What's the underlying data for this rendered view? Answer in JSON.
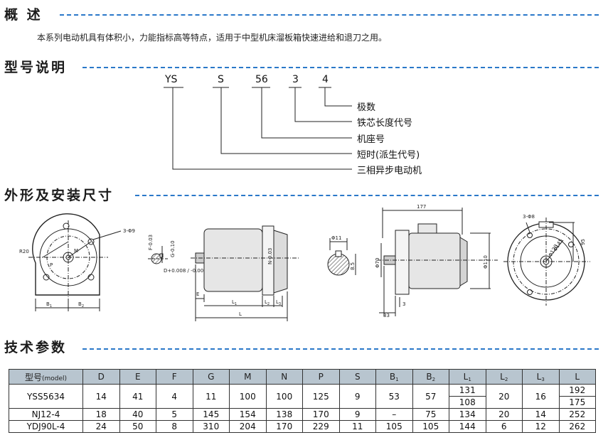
{
  "sections": {
    "overview": "概 述",
    "model_explanation": "型号说明",
    "dimensions": "外形及安装尺寸",
    "technical_params": "技术参数"
  },
  "overview_text": "本系列电动机具有体积小，力能指标高等特点，适用于中型机床溜板箱快速进给和退刀之用。",
  "model_code": {
    "parts": [
      "YS",
      "S",
      "56",
      "3",
      "4"
    ],
    "meanings": [
      "极数",
      "铁芯长度代号",
      "机座号",
      "短时(派生代号)",
      "三相异步电动机"
    ]
  },
  "drawing_labels": {
    "hole_front": "3-Φ9",
    "r20": "R20",
    "p": "P",
    "m": "M",
    "b1": "B",
    "b2": "B",
    "sub1": "1",
    "sub2": "2",
    "sub3": "3",
    "f_dim": "F-0.03",
    "g_dim": "G-0.10",
    "d_dim": "D+0.008 / -0.003",
    "n_dim": "N-0.03",
    "e": "E",
    "l1": "L",
    "l2": "L",
    "l3": "L",
    "l": "L",
    "phi11": "Φ11",
    "dim85": "8.5",
    "phi70": "Φ70",
    "dim177": "177",
    "phi110": "Φ110",
    "dim33": "33",
    "dim3": "3",
    "hole_right": "3-Φ8",
    "phi145": "Φ145",
    "phi120": "Φ120",
    "dim95": "95"
  },
  "table": {
    "model_header": "型号",
    "model_header_en": "(model)",
    "headers": [
      "D",
      "E",
      "F",
      "G",
      "M",
      "N",
      "P",
      "S",
      "B",
      "B",
      "L",
      "L",
      "L",
      "L"
    ],
    "header_subs": [
      "",
      "",
      "",
      "",
      "",
      "",
      "",
      "",
      "1",
      "2",
      "1",
      "2",
      "3",
      ""
    ],
    "rows": [
      {
        "model": "YSS5634",
        "D": "14",
        "E": "41",
        "F": "4",
        "G": "11",
        "M": "100",
        "N": "100",
        "P": "125",
        "S": "9",
        "B1": "53",
        "B2": "57",
        "L1a": "131",
        "L1b": "108",
        "L2": "20",
        "L3": "16",
        "La": "192",
        "Lb": "175"
      },
      {
        "model": "NJ12-4",
        "D": "18",
        "E": "40",
        "F": "5",
        "G": "145",
        "M": "154",
        "N": "138",
        "P": "170",
        "S": "9",
        "B1": "–",
        "B2": "75",
        "L1": "134",
        "L2": "20",
        "L3": "14",
        "L": "252"
      },
      {
        "model": "YDJ90L-4",
        "D": "24",
        "E": "50",
        "F": "8",
        "G": "310",
        "M": "204",
        "N": "170",
        "P": "229",
        "S": "11",
        "B1": "105",
        "B2": "105",
        "L1": "144",
        "L2": "6",
        "L3": "12",
        "L": "262"
      }
    ]
  }
}
